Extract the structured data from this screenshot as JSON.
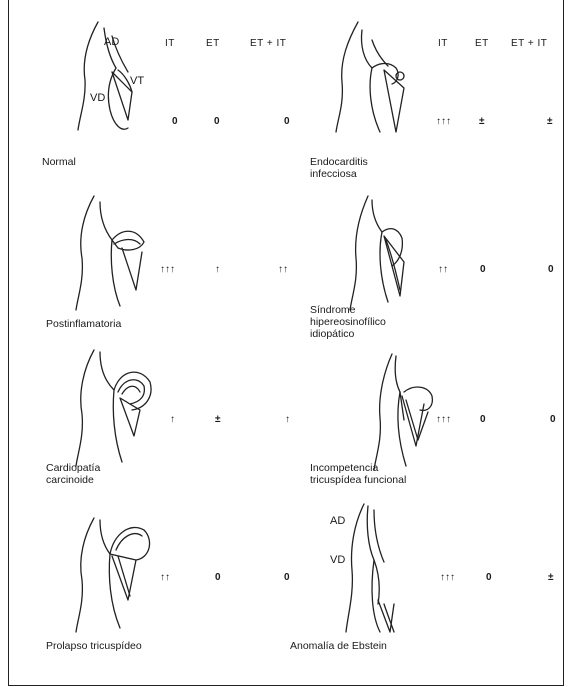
{
  "headers": {
    "it": "IT",
    "et": "ET",
    "et_it": "ET + IT"
  },
  "anatomy_labels": {
    "ad": "AD",
    "vt": "VT",
    "vd": "VD"
  },
  "panels": [
    {
      "name": [
        "Normal"
      ],
      "it": "0",
      "et": "0",
      "et_it": "0"
    },
    {
      "name": [
        "Endocarditis",
        "infecciosa"
      ],
      "it": "↑↑↑",
      "et": "±",
      "et_it": "±"
    },
    {
      "name": [
        "Postinflamatoria"
      ],
      "it": "↑↑↑",
      "et": "↑",
      "et_it": "↑↑"
    },
    {
      "name": [
        "Síndrome",
        "hipereosinofílico",
        "idiopático"
      ],
      "it": "↑↑",
      "et": "0",
      "et_it": "0"
    },
    {
      "name": [
        "Cardiopatía",
        "carcinoide"
      ],
      "it": "↑",
      "et": "±",
      "et_it": "↑"
    },
    {
      "name": [
        "Incompetencia",
        "tricuspídea funcional"
      ],
      "it": "↑↑↑",
      "et": "0",
      "et_it": "0"
    },
    {
      "name": [
        "Prolapso tricuspídeo"
      ],
      "it": "↑↑",
      "et": "0",
      "et_it": "0"
    },
    {
      "name": [
        "Anomalía de Ebstein"
      ],
      "it": "↑↑↑",
      "et": "0",
      "et_it": "±"
    }
  ]
}
